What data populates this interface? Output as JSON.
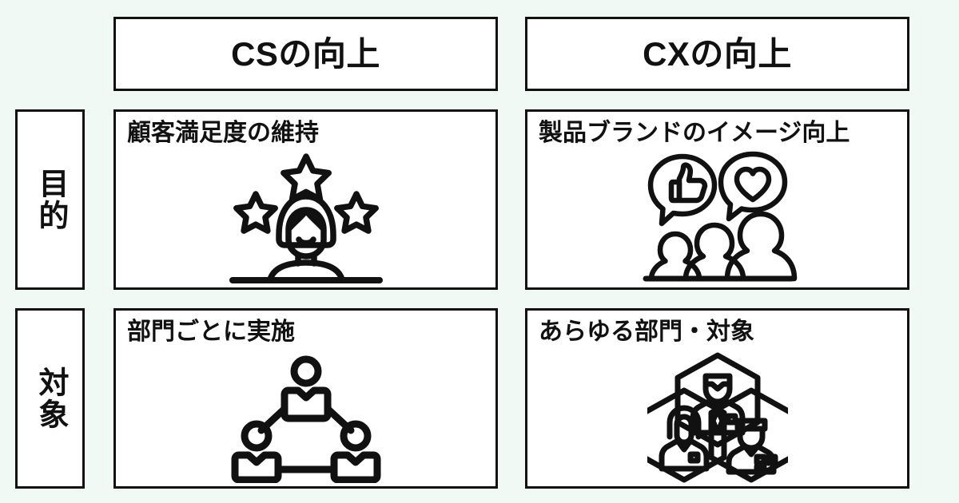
{
  "background_color": "#f0f9f3",
  "line_color": "#111111",
  "panel_color": "#ffffff",
  "columns": [
    {
      "id": "cs",
      "header": "CSの向上"
    },
    {
      "id": "cx",
      "header": "CXの向上"
    }
  ],
  "rows": [
    {
      "id": "purpose",
      "label": "目的"
    },
    {
      "id": "target",
      "label": "対象"
    }
  ],
  "cells": {
    "cs_purpose": {
      "title": "顧客満足度の維持",
      "icon": "person-with-stars-icon"
    },
    "cx_purpose": {
      "title": "製品ブランドのイメージ向上",
      "icon": "thumbs-up-heart-crowd-icon"
    },
    "cs_target": {
      "title": "部門ごとに実施",
      "icon": "three-person-network-icon"
    },
    "cx_target": {
      "title": "あらゆる部門・対象",
      "icon": "hexagon-people-group-icon"
    }
  }
}
